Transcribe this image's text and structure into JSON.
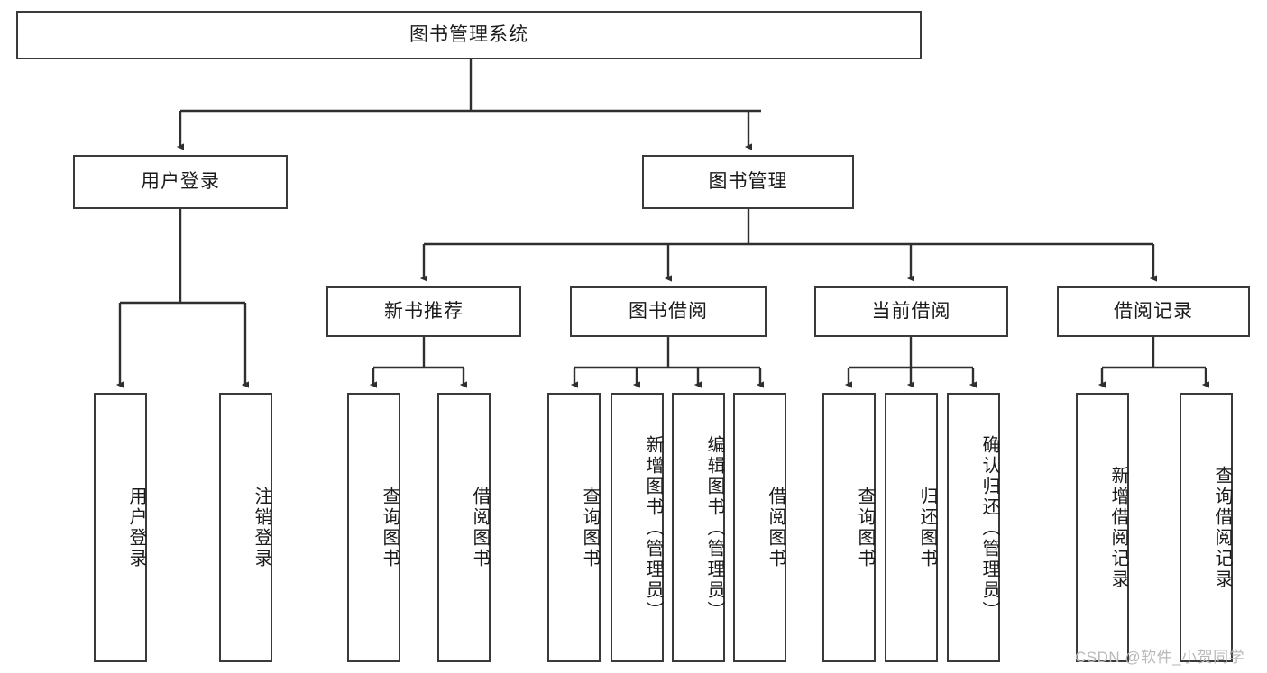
{
  "diagram": {
    "title": "图书管理系统",
    "watermark": "CSDN @软件_小贺同学",
    "stroke_color": "#3a3a3a",
    "fill_color": "#ffffff",
    "text_color": "#1a1a1a",
    "root": {
      "label": "图书管理系统"
    },
    "level1": [
      {
        "label": "用户登录"
      },
      {
        "label": "图书管理"
      }
    ],
    "level2": [
      {
        "label": "新书推荐"
      },
      {
        "label": "图书借阅"
      },
      {
        "label": "当前借阅"
      },
      {
        "label": "借阅记录"
      }
    ],
    "leaves": {
      "user_login": [
        {
          "label": "用户登录"
        },
        {
          "label": "注销登录"
        }
      ],
      "new_book": [
        {
          "label": "查询图书"
        },
        {
          "label": "借阅图书"
        }
      ],
      "book_borrow": [
        {
          "label": "查询图书"
        },
        {
          "label": "新增图书（管理员）"
        },
        {
          "label": "编辑图书（管理员）"
        },
        {
          "label": "借阅图书"
        }
      ],
      "current_borrow": [
        {
          "label": "查询图书"
        },
        {
          "label": "归还图书"
        },
        {
          "label": "确认归还（管理员）"
        }
      ],
      "borrow_record": [
        {
          "label": "新增借阅记录"
        },
        {
          "label": "查询借阅记录"
        }
      ]
    }
  }
}
